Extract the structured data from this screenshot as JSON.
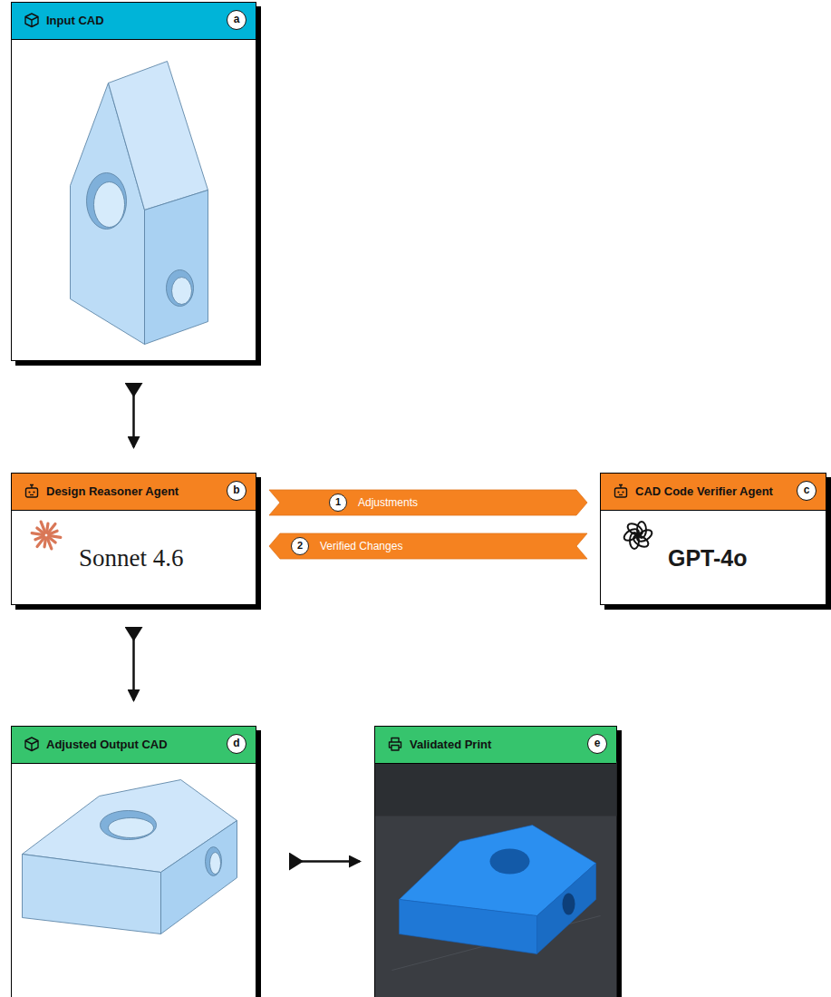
{
  "diagram": {
    "nodes": [
      {
        "text": [
          "Input CAD",
          "a"
        ]
      },
      {
        "text": [
          "Design Reasoner Agent",
          "b",
          "Sonnet 4.6"
        ]
      },
      {
        "text": [
          "CAD Code Verifier Agent",
          "c",
          "GPT-4o"
        ]
      },
      {
        "text": [
          "Adjusted Output CAD",
          "d"
        ]
      },
      {
        "text": [
          "Validated Print",
          "e"
        ]
      }
    ],
    "edges": [
      {
        "from": 0,
        "to": 1,
        "arrow": "to"
      },
      {
        "from": 1,
        "to": 2,
        "label": "Adjustments",
        "arrow": "to"
      },
      {
        "from": 2,
        "to": 1,
        "label": "Verified Changes",
        "arrow": "to"
      },
      {
        "from": 1,
        "to": 3,
        "arrow": "to"
      },
      {
        "from": 3,
        "to": 4,
        "arrow": "to"
      }
    ],
    "labels": [
      "1",
      "2"
    ]
  }
}
